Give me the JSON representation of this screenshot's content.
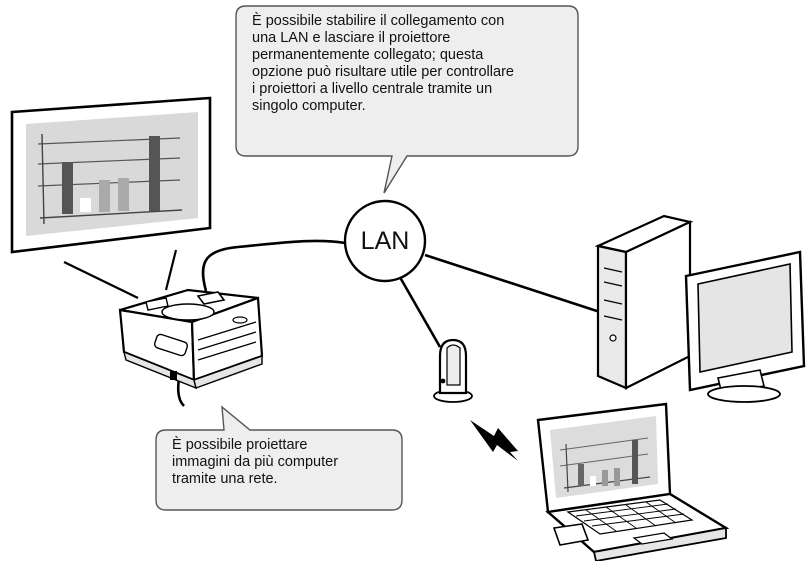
{
  "callouts": {
    "top": "È possibile stabilire il collegamento con\nuna LAN e lasciare il proiettore\npermanentemente collegato; questa\nopzione può risultare utile per controllare\ni proiettori a livello centrale tramite un\nsingolo computer.",
    "bottom": "È possibile proiettare\nimmagini da più computer\ntramite una rete."
  },
  "network": {
    "label": "LAN"
  },
  "icons": [
    "projection-screen-icon",
    "projector-icon",
    "desktop-computer-icon",
    "wireless-access-point-icon",
    "lightning-bolt-icon",
    "laptop-icon"
  ],
  "colors": {
    "line": "#000000",
    "screen-fill": "#d9d9d9",
    "bar-dark": "#555555",
    "bar-light": "#bbbbbb"
  }
}
